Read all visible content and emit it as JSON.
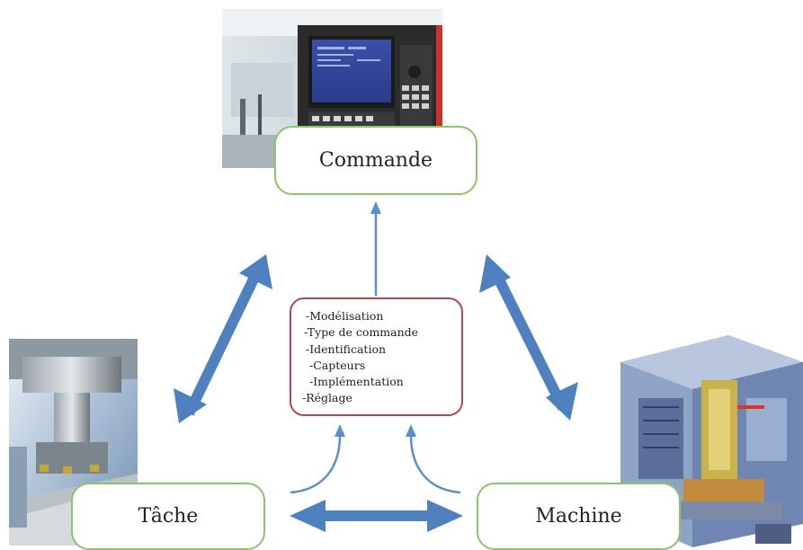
{
  "nodes": {
    "commande": "Commande",
    "tache": "Tâche",
    "machine": "Machine"
  },
  "center_items": [
    "-Modélisation",
    "-Type de commande",
    "-Identification",
    "-Capteurs",
    "-Implémentation",
    "-Réglage"
  ],
  "colors": {
    "node_border": "#8cc36b",
    "center_border": "#b5484c",
    "arrow_thick": "#4e81bd",
    "arrow_thin": "#5b8fcb"
  },
  "images": [
    "cnc-controller-photo",
    "milling-tool-photo",
    "machine-cutaway-illustration"
  ]
}
